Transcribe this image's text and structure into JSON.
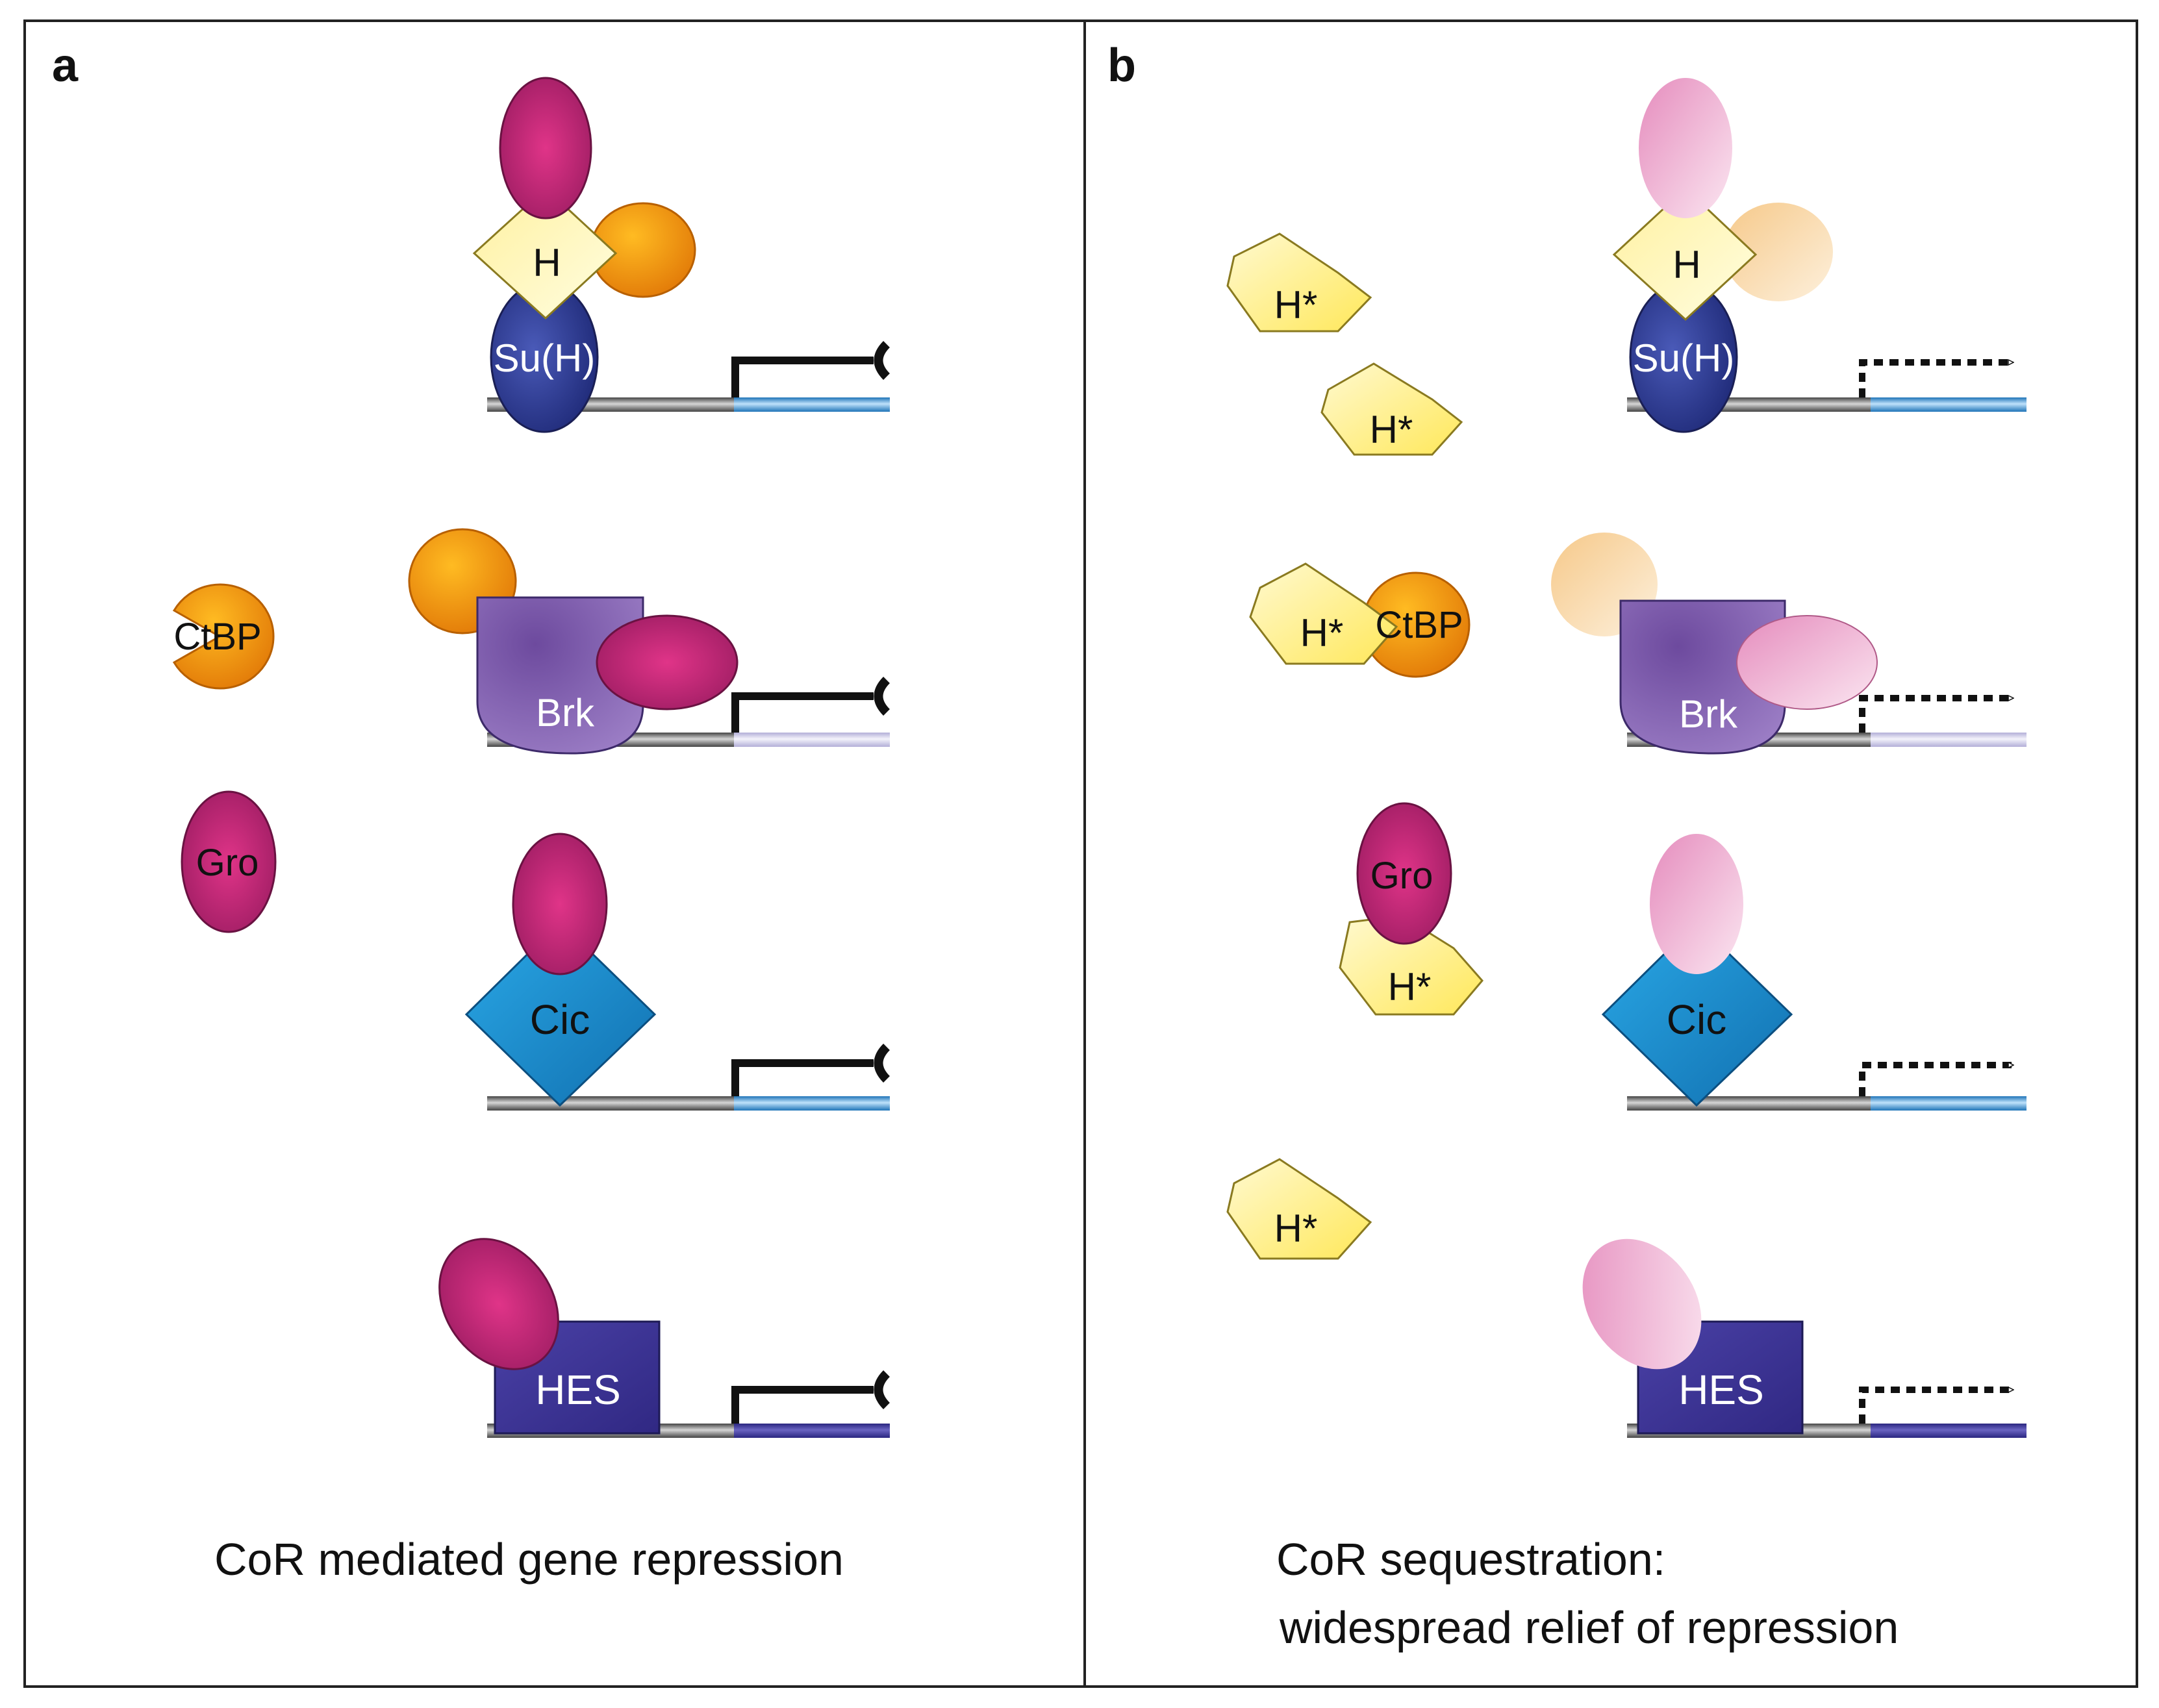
{
  "panels": {
    "a": {
      "label": "a",
      "caption": "CoR mediated gene repression",
      "labels": {
        "su_h": "Su(H)",
        "h": "H",
        "ctbp": "CtBP",
        "brk": "Brk",
        "gro": "Gro",
        "cic": "Cic",
        "hes": "HES"
      }
    },
    "b": {
      "label": "b",
      "caption_line1": "CoR sequestration:",
      "caption_line2": "widespread relief of repression",
      "labels": {
        "su_h": "Su(H)",
        "h": "H",
        "h_star": "H*",
        "ctbp": "CtBP",
        "brk": "Brk",
        "gro": "Gro",
        "cic": "Cic",
        "hes": "HES"
      }
    }
  },
  "colors": {
    "gro": "#c8237a",
    "ctbp": "#f0900a",
    "h": "#fff6a8",
    "h_star": "#fff07a",
    "su_h": "#2e3f9a",
    "brk": "#8a64b4",
    "cic": "#1b8fd0",
    "hes": "#3f3796",
    "dna_gray": "#777777",
    "gene_blue": "#4ea6e6",
    "gene_lavender": "#d9d6ef",
    "gene_indigo": "#3b3a9a"
  }
}
